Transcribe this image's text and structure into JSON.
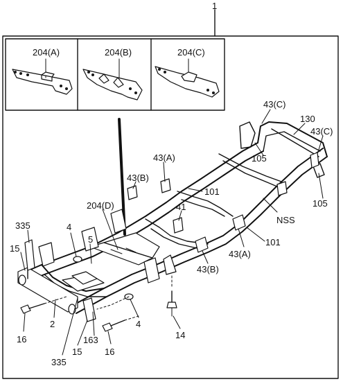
{
  "diagram": {
    "callouts": {
      "assembly": "1",
      "inset_a": "204(A)",
      "inset_b": "204(B)",
      "inset_c": "204(C)",
      "c43_top": "43(C)",
      "c130": "130",
      "c43_right": "43(C)",
      "c105_top": "105",
      "c105_right": "105",
      "c43a_upper": "43(A)",
      "c43b_upper": "43(B)",
      "c101_upper": "101",
      "c204d": "204(D)",
      "c41": "41",
      "nss": "NSS",
      "c101_lower": "101",
      "c43a_lower": "43(A)",
      "c43b_lower": "43(B)",
      "c335_top": "335",
      "c4_top": "4",
      "c5": "5",
      "c15_left": "15",
      "c2": "2",
      "c16_left": "16",
      "c335_bottom": "335",
      "c15_bottom": "15",
      "c163": "163",
      "c16_bottom": "16",
      "c4_bottom": "4",
      "c14": "14"
    },
    "colors": {
      "ink": "#111111",
      "background": "#ffffff"
    }
  }
}
